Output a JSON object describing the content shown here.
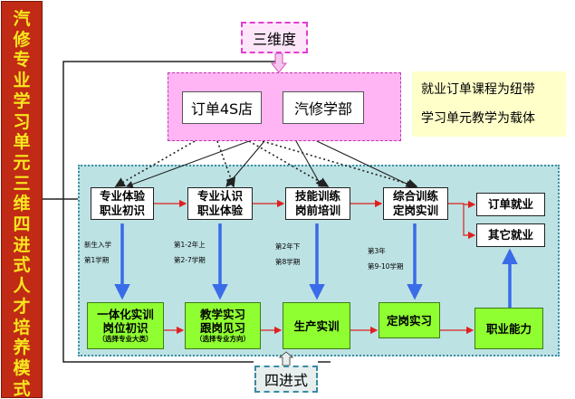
{
  "left_banner": [
    "汽",
    "修",
    "专",
    "业",
    "学",
    "习",
    "单",
    "元",
    "三",
    "维",
    "四",
    "进",
    "式",
    "人",
    "才",
    "培",
    "养",
    "模",
    "式"
  ],
  "sanwei": "三维度",
  "sijin": "四进式",
  "top_boxes": {
    "order": "订单4S店",
    "school": "汽修学部"
  },
  "note": {
    "line1": "就业订单课程为纽带",
    "line2": "学习单元教学为载体"
  },
  "stages": [
    {
      "line1": "专业体验",
      "line2": "职业初识"
    },
    {
      "line1": "专业认识",
      "line2": "职业体验"
    },
    {
      "line1": "技能训练",
      "line2": "岗前培训"
    },
    {
      "line1": "综合训练",
      "line2": "定岗实训"
    }
  ],
  "outcomes": {
    "order_job": "订单就业",
    "other_job": "其它就业"
  },
  "time_notes": [
    {
      "l1": "新生入学",
      "l2": "第1学期"
    },
    {
      "l1": "第1-2年上",
      "l2": "第2-7学期"
    },
    {
      "l1": "第2年下",
      "l2": "第8学期"
    },
    {
      "l1": "第3年",
      "l2": "第9-10学期"
    }
  ],
  "bottom_boxes": [
    {
      "line1": "一体化实训",
      "line2": "岗位初识",
      "sub": "（选择专业大类）"
    },
    {
      "line1": "教学实习",
      "line2": "跟岗见习",
      "sub": "（选择专业方向）"
    },
    {
      "line1": "生产实训"
    },
    {
      "line1": "定岗实习"
    },
    {
      "line1": "职业能力"
    }
  ]
}
